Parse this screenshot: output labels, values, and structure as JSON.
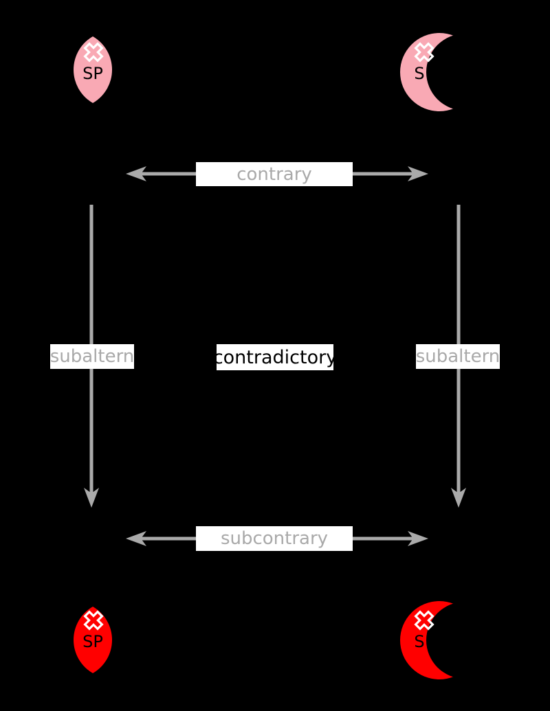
{
  "colors": {
    "background": "#000000",
    "node_pink": "#F9A9B4",
    "node_red": "#FF0000",
    "arrow_gray": "#AAAAAA",
    "label_background": "#FFFFFF",
    "label_text_gray": "#A9A9A9",
    "label_text_black": "#000000",
    "cross_outline": "#FFFFFF"
  },
  "nodes": {
    "top_left": {
      "label": "SP",
      "shape": "lens",
      "symbol": "cross-icon",
      "color": "#F9A9B4"
    },
    "top_right": {
      "label": "S",
      "shape": "crescent",
      "symbol": "cross-icon",
      "color": "#F9A9B4"
    },
    "bottom_left": {
      "label": "SP",
      "shape": "lens",
      "symbol": "cross-icon",
      "color": "#FF0000"
    },
    "bottom_right": {
      "label": "S",
      "shape": "crescent",
      "symbol": "cross-icon",
      "color": "#FF0000"
    }
  },
  "relations": {
    "contrary": "contrary",
    "subcontrary": "subcontrary",
    "subaltern_left": "subaltern",
    "subaltern_right": "subaltern",
    "contradictory": "contradictory"
  }
}
